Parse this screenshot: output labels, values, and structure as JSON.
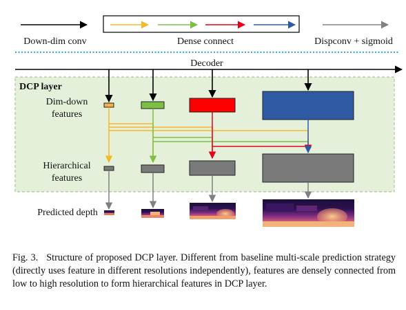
{
  "legend": {
    "down_dim_conv": "Down-dim conv",
    "dense_connect": "Dense connect",
    "dispconv_sigmoid": "Dispconv + sigmoid"
  },
  "decoder_label": "Decoder",
  "dcp_layer_title": "DCP layer",
  "row_labels": {
    "dim_down_line1": "Dim-down",
    "dim_down_line2": "features",
    "hierarchical_line1": "Hierarchical",
    "hierarchical_line2": "features",
    "predicted_depth": "Predicted depth"
  },
  "caption": {
    "fig_label": "Fig. 3.",
    "text": "Structure of proposed DCP layer. Different from baseline multi-scale prediction strategy (directly uses feature in different resolutions independently), features are densely connected from low to high resolution to form hierarchical features in DCP layer."
  },
  "colors": {
    "down_dim": "#000000",
    "dense_orange": "#f5b82b",
    "dense_green": "#7cc043",
    "dense_red": "#e8001c",
    "dense_blue": "#2e5aa3",
    "dispconv": "#808080",
    "panel_fill": "#e4f0da",
    "panel_border": "#9bbb7a",
    "separator": "#3fa6d6",
    "feature_orange": "#f5b04a",
    "feature_green": "#7cc043",
    "feature_red": "#ff0000",
    "feature_blue": "#2e5aa3",
    "hier_gray": "#7a7a7a"
  }
}
